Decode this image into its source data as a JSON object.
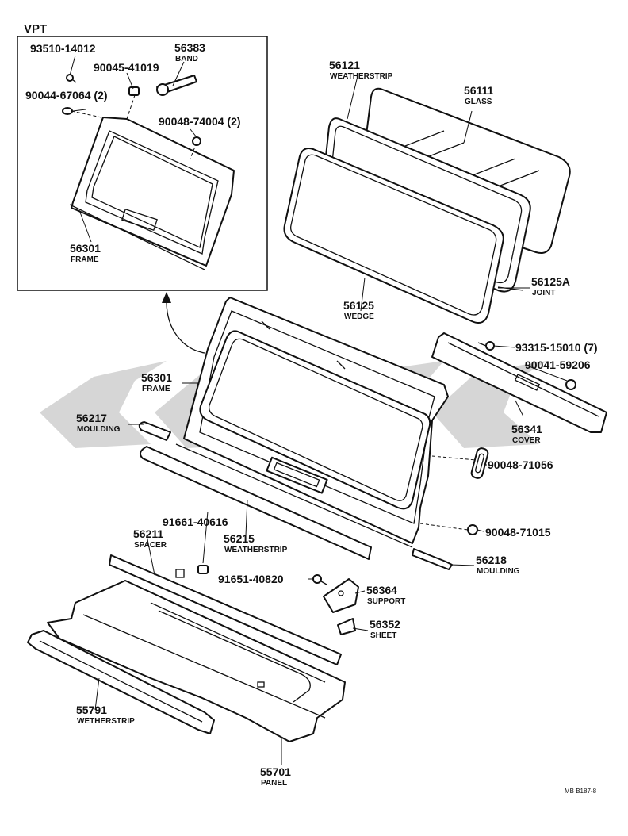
{
  "inset_label": "VPT",
  "drawing_code": "MB B187-8",
  "parts": [
    {
      "number": "93510-14012",
      "name": ""
    },
    {
      "number": "56383",
      "name": "BAND"
    },
    {
      "number": "90045-41019",
      "name": ""
    },
    {
      "number": "90044-67064 (2)",
      "name": ""
    },
    {
      "number": "90048-74004 (2)",
      "name": ""
    },
    {
      "number": "56301",
      "name": "FRAME"
    },
    {
      "number": "56121",
      "name": "WEATHERSTRIP"
    },
    {
      "number": "56111",
      "name": "GLASS"
    },
    {
      "number": "56125A",
      "name": "JOINT"
    },
    {
      "number": "56125",
      "name": "WEDGE"
    },
    {
      "number": "93315-15010 (7)",
      "name": ""
    },
    {
      "number": "90041-59206",
      "name": ""
    },
    {
      "number": "56301",
      "name": "FRAME"
    },
    {
      "number": "56341",
      "name": "COVER"
    },
    {
      "number": "56217",
      "name": "MOULDING"
    },
    {
      "number": "90048-71056",
      "name": ""
    },
    {
      "number": "91661-40616",
      "name": ""
    },
    {
      "number": "56211",
      "name": "SPACER"
    },
    {
      "number": "56215",
      "name": "WEATHERSTRIP"
    },
    {
      "number": "90048-71015",
      "name": ""
    },
    {
      "number": "56218",
      "name": "MOULDING"
    },
    {
      "number": "91651-40820",
      "name": ""
    },
    {
      "number": "56364",
      "name": "SUPPORT"
    },
    {
      "number": "56352",
      "name": "SHEET"
    },
    {
      "number": "55791",
      "name": "WETHERSTRIP"
    },
    {
      "number": "55701",
      "name": "PANEL"
    }
  ]
}
